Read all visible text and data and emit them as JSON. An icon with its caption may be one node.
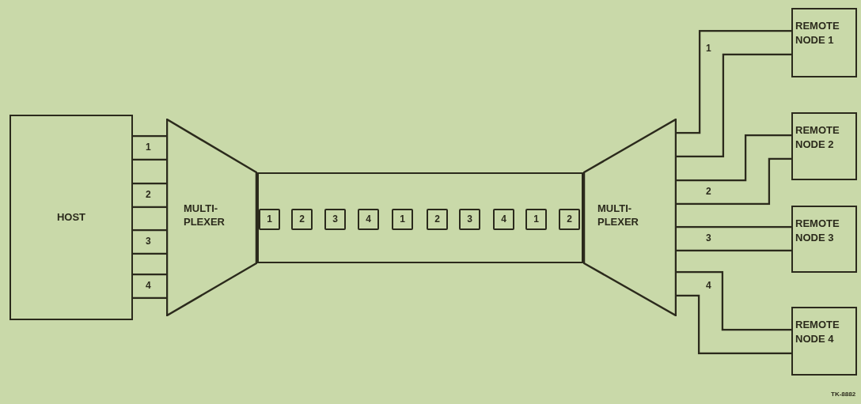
{
  "diagram": {
    "nodes": [
      {
        "text": [
          "HOST"
        ]
      },
      {
        "text": [
          "MULTI- PLEXER"
        ]
      },
      {
        "text": [],
        "shape": "box"
      },
      {
        "text": [
          "1"
        ],
        "in": 2
      },
      {
        "text": [
          "2"
        ],
        "in": 2
      },
      {
        "text": [
          "3"
        ],
        "in": 2
      },
      {
        "text": [
          "4"
        ],
        "in": 2
      },
      {
        "text": [
          "1"
        ],
        "in": 2
      },
      {
        "text": [
          "2"
        ],
        "in": 2
      },
      {
        "text": [
          "3"
        ],
        "in": 2
      },
      {
        "text": [
          "4"
        ],
        "in": 2
      },
      {
        "text": [
          "1"
        ],
        "in": 2
      },
      {
        "text": [
          "2"
        ],
        "in": 2
      },
      {
        "text": [
          "MULTI- PLEXER"
        ]
      },
      {
        "text": [
          "REMOTE NODE 1"
        ]
      },
      {
        "text": [
          "REMOTE NODE 2"
        ]
      },
      {
        "text": [
          "REMOTE NODE 3"
        ]
      },
      {
        "text": [
          "REMOTE NODE 4"
        ]
      }
    ],
    "edges": [
      {
        "from": 0,
        "to": 1,
        "arrow": "none",
        "label": "1"
      },
      {
        "from": 0,
        "to": 1,
        "arrow": "none",
        "label": "2"
      },
      {
        "from": 0,
        "to": 1,
        "arrow": "none",
        "label": "3"
      },
      {
        "from": 0,
        "to": 1,
        "arrow": "none",
        "label": "4"
      },
      {
        "from": 13,
        "to": 14,
        "arrow": "none",
        "label": "1"
      },
      {
        "from": 13,
        "to": 15,
        "arrow": "none",
        "label": "2"
      },
      {
        "from": 13,
        "to": 16,
        "arrow": "none",
        "label": "3"
      },
      {
        "from": 13,
        "to": 17,
        "arrow": "none",
        "label": "4"
      }
    ],
    "labels": [
      "TK-8882"
    ]
  }
}
